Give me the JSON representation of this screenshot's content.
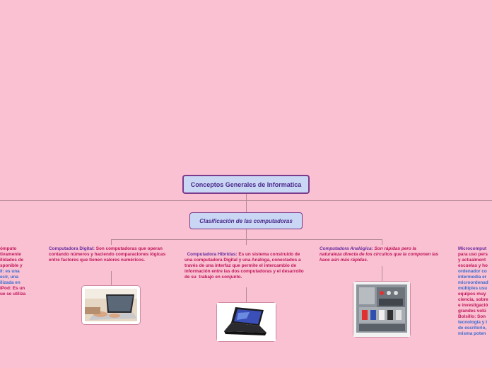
{
  "root": {
    "label": "Conceptos Generales de Informatica"
  },
  "sub": {
    "label": "Clasificación de las computadoras"
  },
  "left_partial": {
    "lines": [
      {
        "text": "ómputo",
        "color": "red"
      },
      {
        "text": "tivamente",
        "color": "red"
      },
      {
        "text": "ilidades de",
        "color": "red"
      },
      {
        "text": "sponible y",
        "color": "red"
      },
      {
        "text": "il: es una",
        "color": "blue"
      },
      {
        "text": "ecir, una",
        "color": "blue"
      },
      {
        "text": "ilizada en",
        "color": "blue"
      },
      {
        "text": "iPod: Es un",
        "color": "red"
      },
      {
        "text": "ue se utiliza",
        "color": "red"
      }
    ]
  },
  "digital": {
    "label": "Computadora Digital: ",
    "text": "Son computadoras que operan contando números y haciendo comparaciones lógicas entre factores que tienen valores numéricos."
  },
  "hibrida": {
    "label": "Computadora Hibridas: ",
    "text": "Es un sistema construido de una computadora Digital y una Análoga, conectados a través de una interfaz que permite el intercambio de  información entre las dos computadoras y el desarrollo de su  trabajo en conjunto."
  },
  "analogica": {
    "label": "Computadora Analógica: ",
    "text": "Son rápidas pero la naturaleza directa de los circuitos que la componen las hace aún más rápidas."
  },
  "micro_partial": {
    "lines": [
      {
        "text": "Microcomput",
        "color": "purple"
      },
      {
        "text": "para uso pers",
        "color": "red"
      },
      {
        "text": "y actualment",
        "color": "red"
      },
      {
        "text": "escuelas y ho",
        "color": "red"
      },
      {
        "text": "ordenador co",
        "color": "blue"
      },
      {
        "text": "intermedia er",
        "color": "blue"
      },
      {
        "text": "microordenad",
        "color": "blue"
      },
      {
        "text": "múltiples usu",
        "color": "blue"
      },
      {
        "text": "equipos muy",
        "color": "red"
      },
      {
        "text": "ciencia, sobre",
        "color": "red"
      },
      {
        "text": "e investigació",
        "color": "red"
      },
      {
        "text": "grandes volú",
        "color": "red"
      },
      {
        "text": "Bolsillo: Son",
        "color": "red"
      },
      {
        "text": "tecnología y t",
        "color": "blue"
      },
      {
        "text": "de escritorio,",
        "color": "blue"
      },
      {
        "text": "misma poten",
        "color": "blue"
      }
    ]
  },
  "colors": {
    "background": "#f9c1d1",
    "node_fill": "#c9d6f4",
    "node_border": "#7b3a8c",
    "connector": "#b58a98"
  },
  "images": {
    "digital": "laptop-photo",
    "hibrida": "netbook-photo",
    "analogica": "analog-computer-photo"
  }
}
